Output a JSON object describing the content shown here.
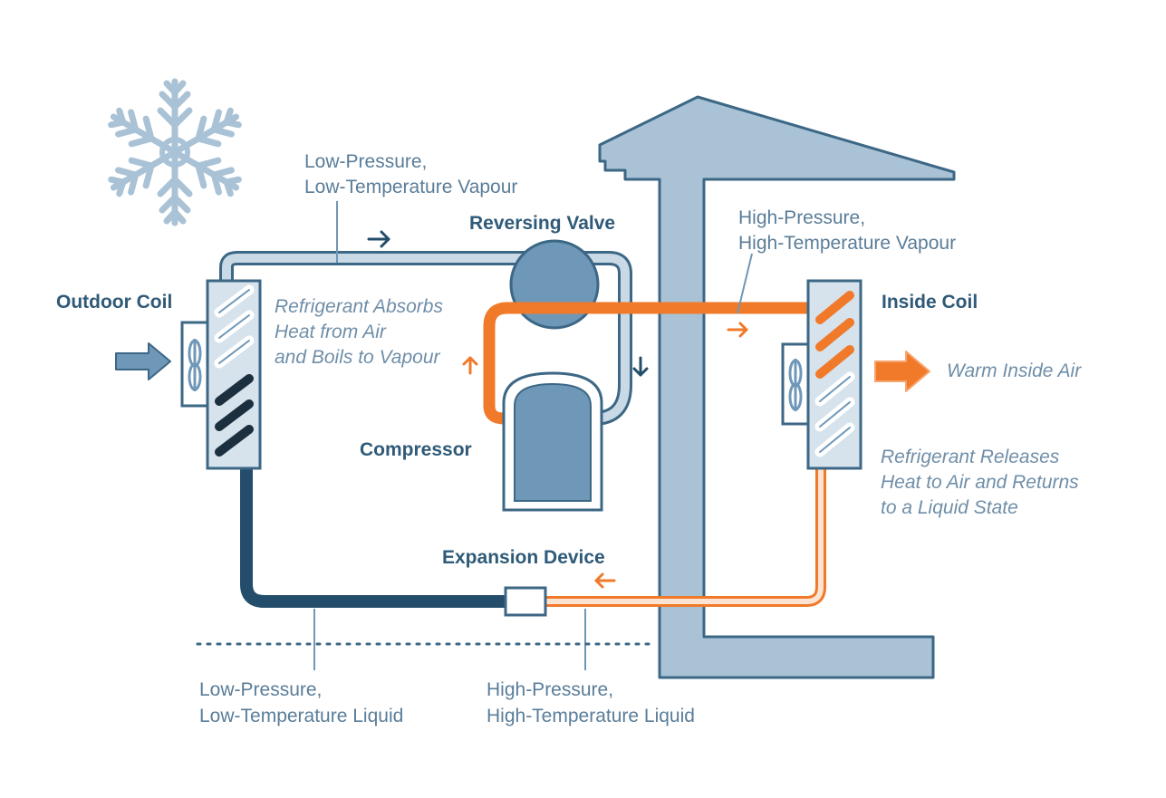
{
  "labels": {
    "low_pressure_vapour": [
      "Low-Pressure,",
      "Low-Temperature Vapour"
    ],
    "reversing_valve": "Reversing Valve",
    "high_pressure_vapour": [
      "High-Pressure,",
      "High-Temperature Vapour"
    ],
    "outdoor_coil": "Outdoor Coil",
    "absorbs_heat": [
      "Refrigerant Absorbs",
      "Heat from Air",
      "and Boils to Vapour"
    ],
    "inside_coil": "Inside Coil",
    "warm_inside_air": "Warm Inside Air",
    "compressor": "Compressor",
    "releases_heat": [
      "Refrigerant Releases",
      "Heat to Air and Returns",
      "to a Liquid State"
    ],
    "expansion_device": "Expansion Device",
    "low_pressure_liquid": [
      "Low-Pressure,",
      "Low-Temperature Liquid"
    ],
    "high_pressure_liquid": [
      "High-Pressure,",
      "High-Temperature Liquid"
    ]
  },
  "colors": {
    "pale_blue": "#a9c2d6",
    "mid_blue": "#6f97b8",
    "dark_blue": "#234d6b",
    "orange": "#f07a2a",
    "light_orange": "#f6a56e",
    "outline": "#3c6785",
    "text": "#5a7d99"
  }
}
